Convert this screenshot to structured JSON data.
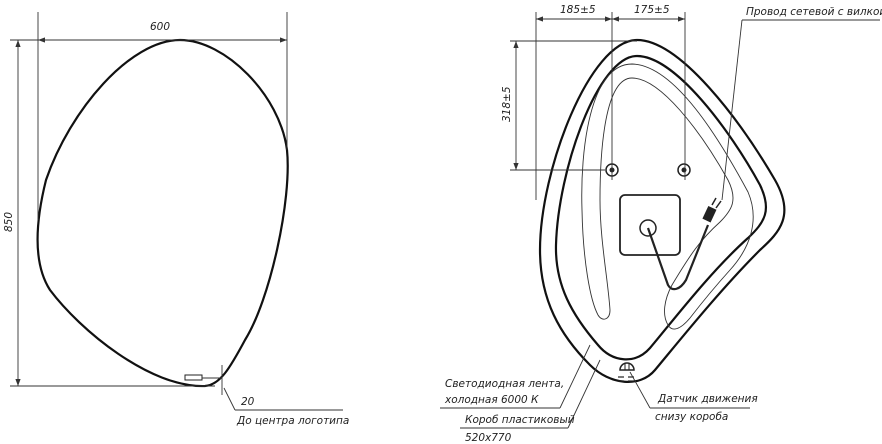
{
  "front_view": {
    "width_dim": "600",
    "height_dim": "850",
    "logo_offset_dim": "20",
    "logo_note": "До центра логотипа"
  },
  "back_view": {
    "dim_left": "185±5",
    "dim_right": "175±5",
    "dim_vertical": "318±5",
    "cable_label": "Провод сетевой с вилкой",
    "led_label_line1": "Светодиодная лента,",
    "led_label_line2": "холодная 6000 К",
    "box_label": "Короб пластиковый",
    "box_size": "520x770",
    "sensor_label_line1": "Датчик движения",
    "sensor_label_line2": "снизу короба"
  }
}
